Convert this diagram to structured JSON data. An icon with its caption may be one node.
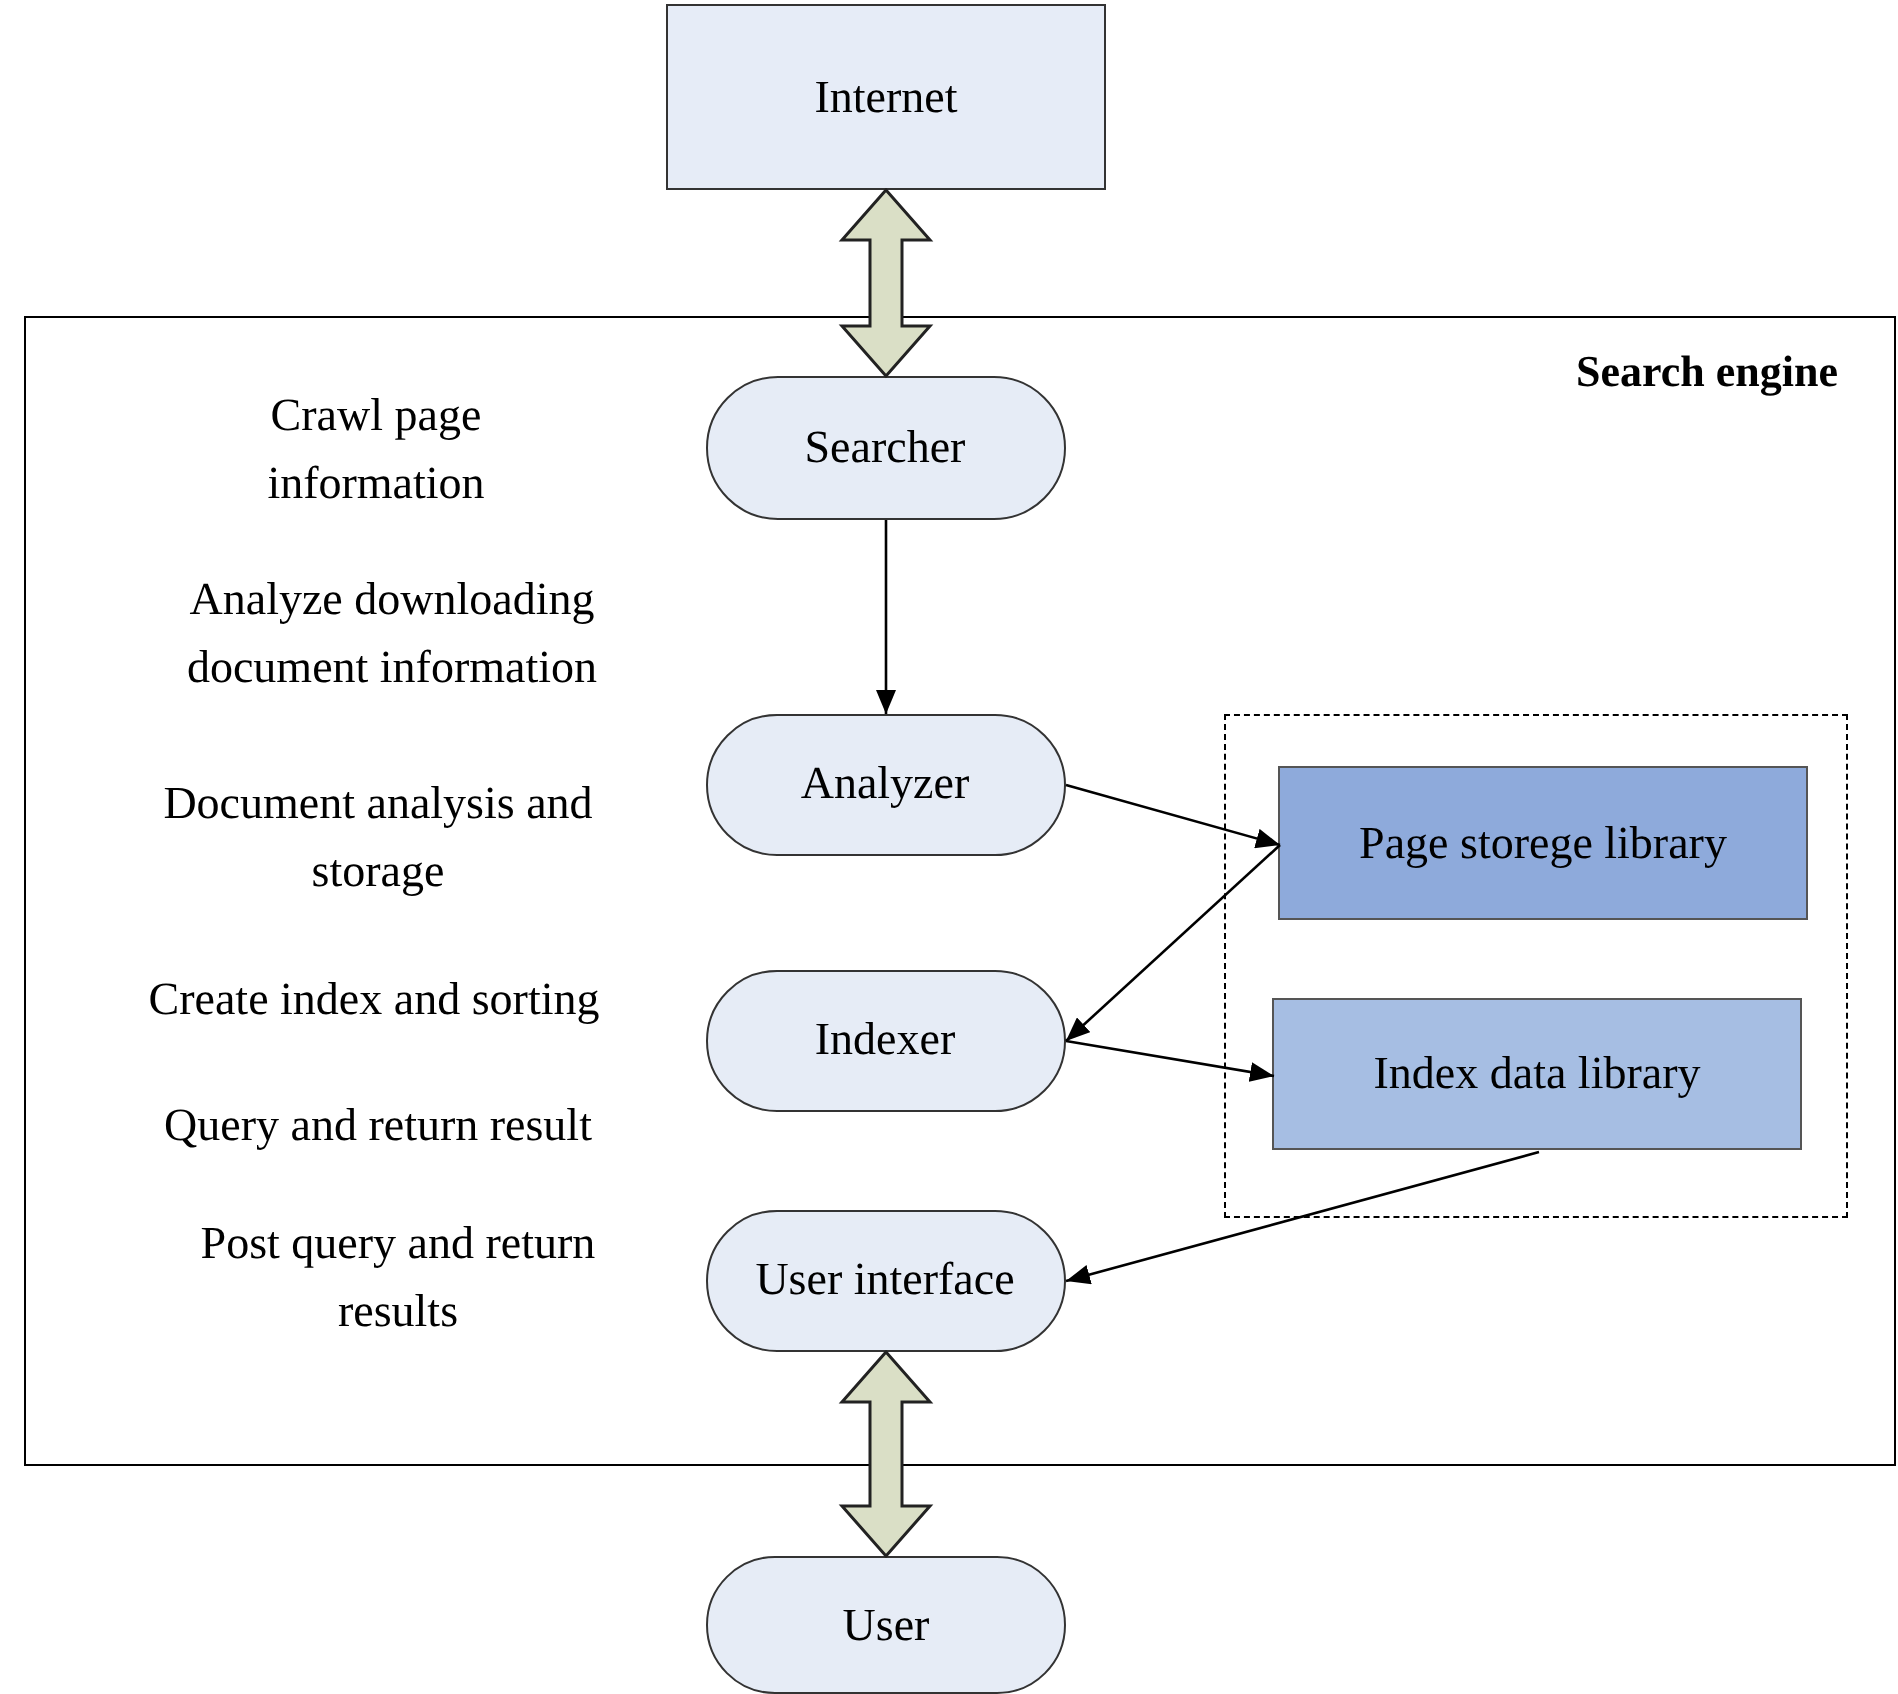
{
  "diagram": {
    "nodes": [
      {
        "text": [
          "Internet"
        ]
      },
      {
        "text": [
          "Search engine"
        ]
      },
      {
        "text": [
          "Searcher"
        ],
        "in": 1
      },
      {
        "text": [
          "Analyzer"
        ],
        "in": 1
      },
      {
        "text": [],
        "shape": "box",
        "in": 1
      },
      {
        "text": [
          "Page storege library"
        ],
        "in": 4
      },
      {
        "text": [
          "Indexer"
        ],
        "in": 1
      },
      {
        "text": [
          "Index data library"
        ],
        "in": 4
      },
      {
        "text": [
          "User interface"
        ],
        "in": 1
      },
      {
        "text": [
          "User"
        ]
      }
    ],
    "edges": [
      {
        "from": 0,
        "to": 2,
        "arrow": "both",
        "style": "thick",
        "color": "#dadfc6"
      },
      {
        "from": 2,
        "to": 3,
        "arrow": "to"
      },
      {
        "from": 3,
        "to": 5,
        "arrow": "to"
      },
      {
        "from": 5,
        "to": 6,
        "arrow": "to"
      },
      {
        "from": 6,
        "to": 7,
        "arrow": "to"
      },
      {
        "from": 7,
        "to": 8,
        "arrow": "to"
      },
      {
        "from": 8,
        "to": 9,
        "arrow": "both",
        "style": "thick",
        "color": "#dadfc6"
      }
    ],
    "labels": [
      "Crawl page information",
      "Analyze downloading document information",
      "Document analysis and storage",
      "Create index and sorting",
      "Query and return result",
      "Post query and return results"
    ]
  }
}
